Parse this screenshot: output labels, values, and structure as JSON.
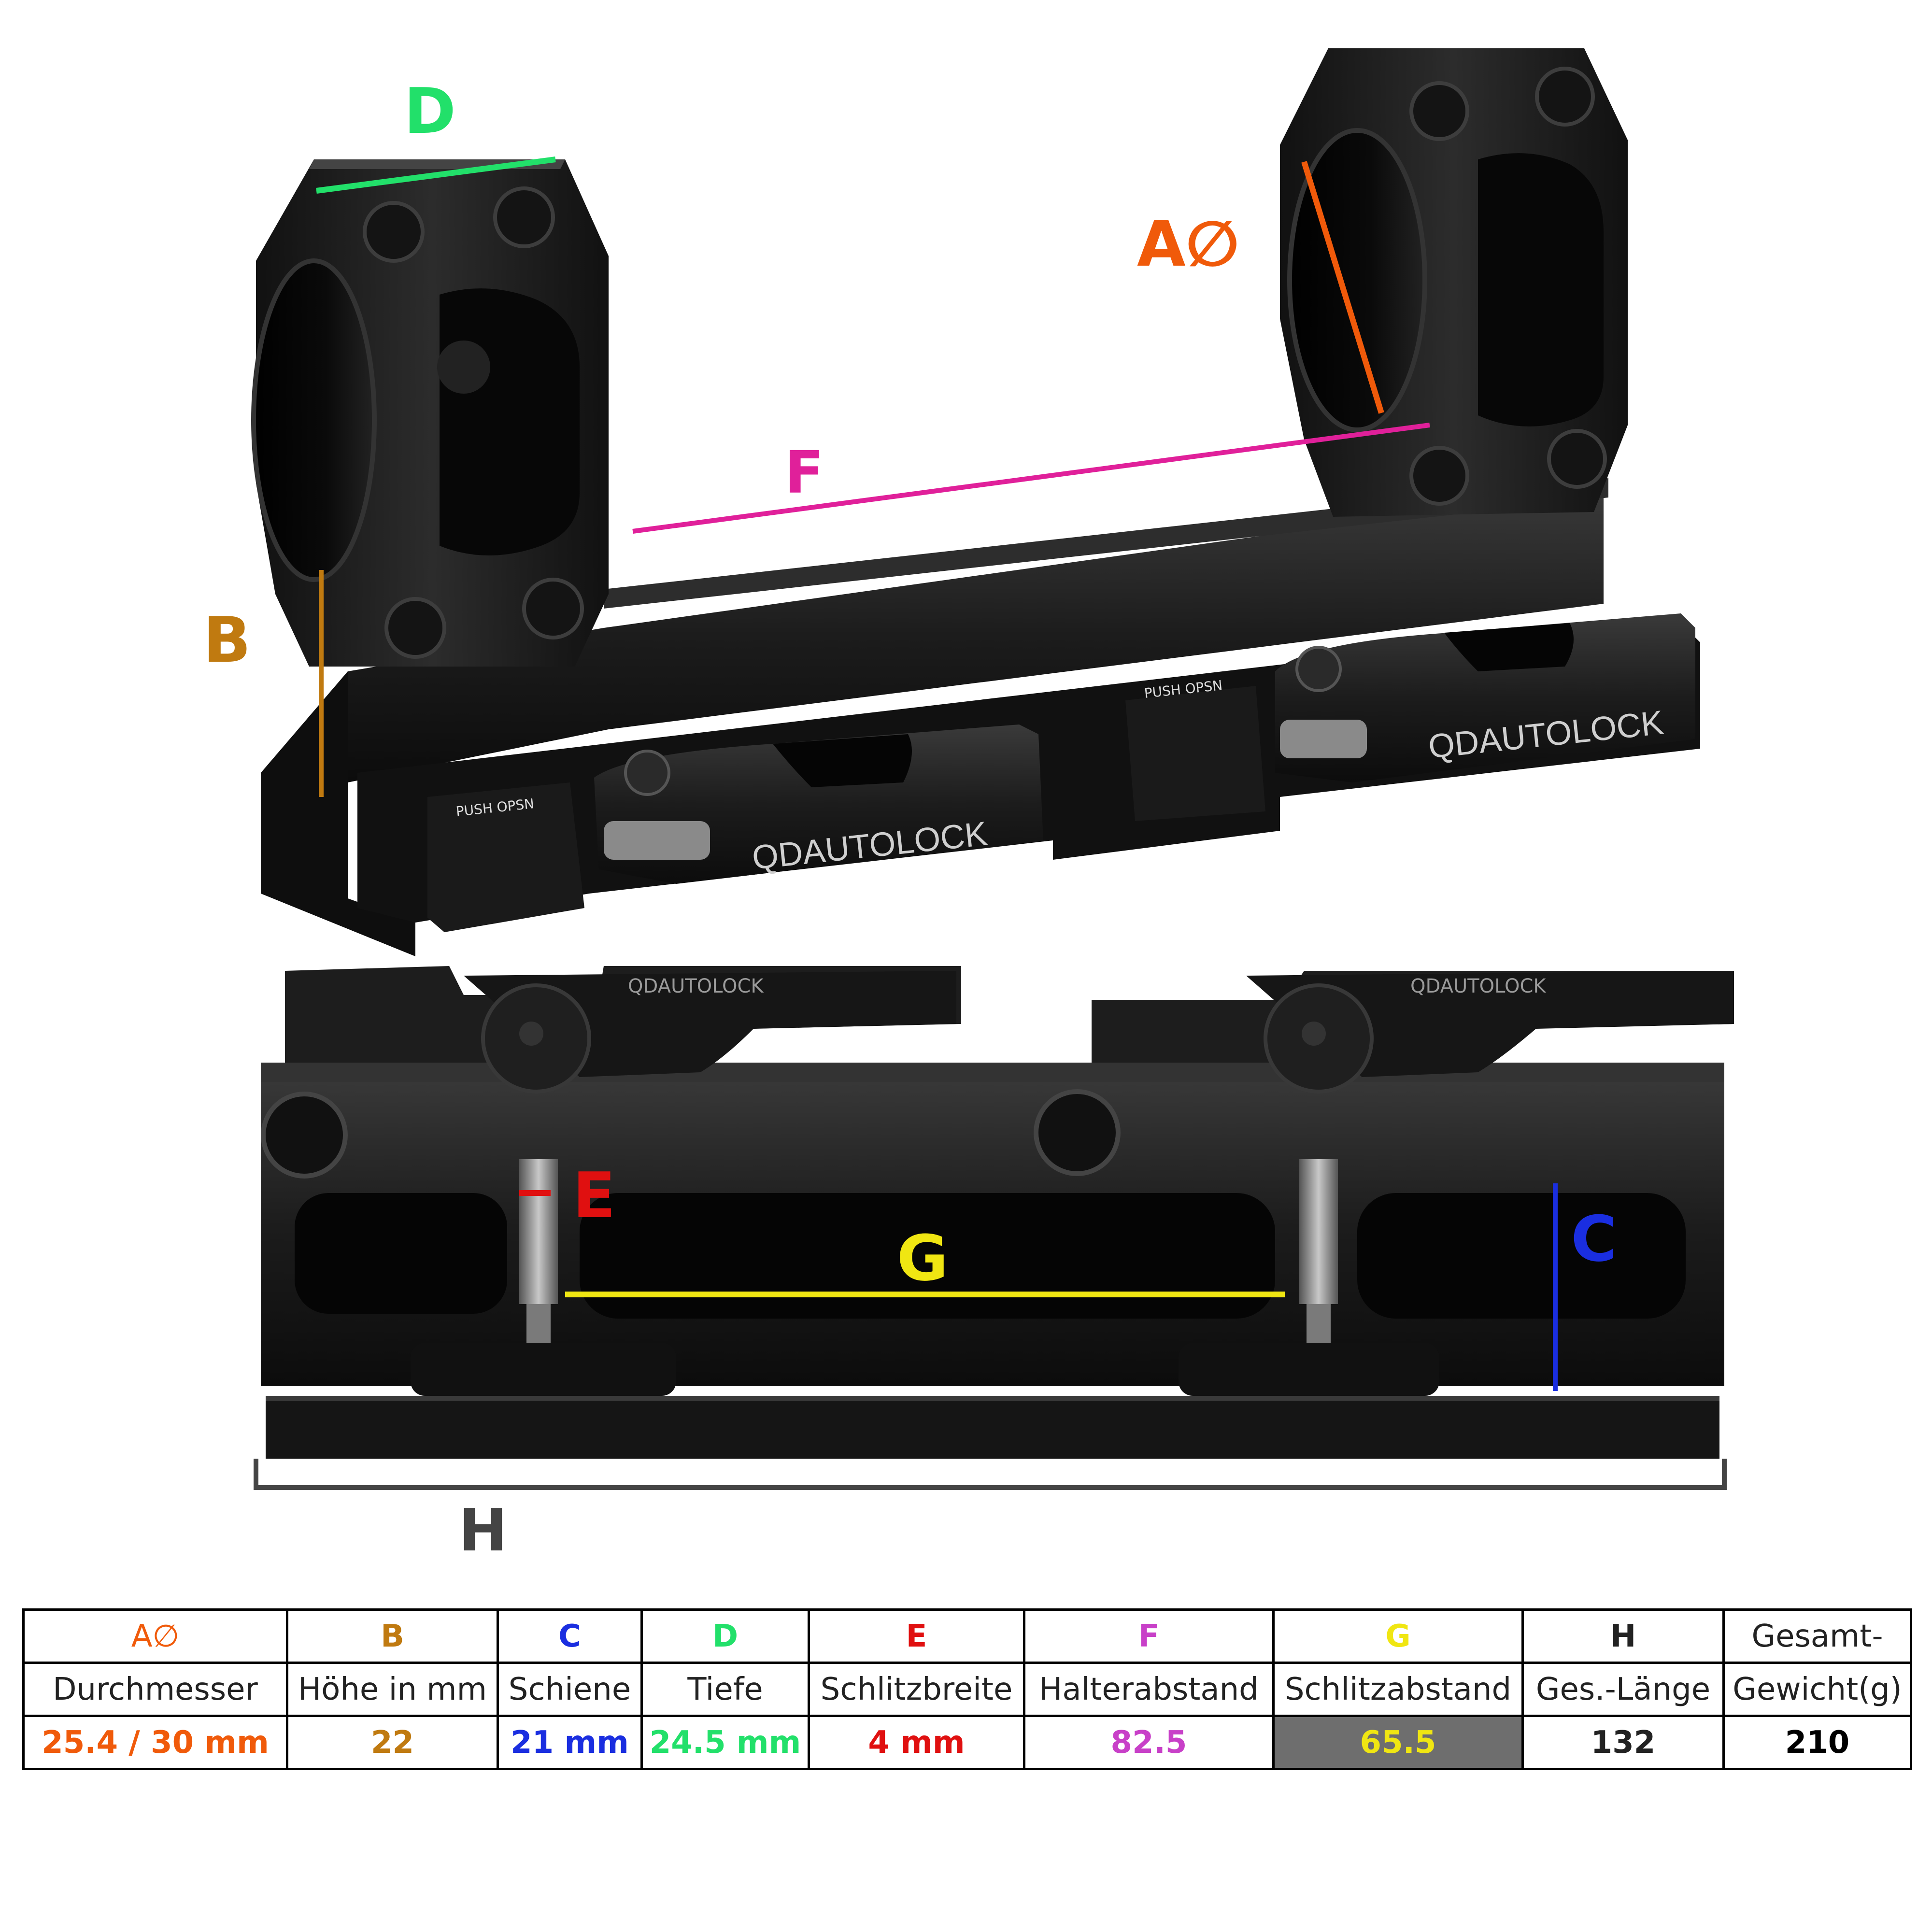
{
  "labels": {
    "A": "A∅",
    "B": "B",
    "C": "C",
    "D": "D",
    "E": "E",
    "F": "F",
    "G": "G",
    "H": "H"
  },
  "colors": {
    "A": "#f05a0a",
    "B": "#c07a10",
    "C": "#1a2ee0",
    "D": "#22e06a",
    "E": "#e01010",
    "F": "#e0209a",
    "G": "#f0e612",
    "H": "#444444",
    "F_table": "#c840c8"
  },
  "engraving": {
    "brand_top_front": "QDAUTOLOCK",
    "brand_top_rear": "QDAUTOLOCK",
    "lever_left": "PUSH OPSN",
    "lever_right": "PUSH OPSN",
    "brand_side_left": "QDAUTOLOCK",
    "brand_side_right": "QDAUTOLOCK"
  },
  "table": {
    "columns": [
      {
        "letter": "A∅",
        "name": "Durchmesser",
        "value": "25.4 / 30 mm",
        "color": "#f05a0a"
      },
      {
        "letter": "B",
        "name": "Höhe in mm",
        "value": "22",
        "color": "#c07a10"
      },
      {
        "letter": "C",
        "name": "Schiene",
        "value": "21 mm",
        "color": "#1a2ee0"
      },
      {
        "letter": "D",
        "name": "Tiefe",
        "value": "24.5 mm",
        "color": "#22e06a"
      },
      {
        "letter": "E",
        "name": "Schlitzbreite",
        "value": "4 mm",
        "color": "#e01010"
      },
      {
        "letter": "F",
        "name": "Halterabstand",
        "value": "82.5",
        "color": "#c840c8"
      },
      {
        "letter": "G",
        "name": "Schlitzabstand",
        "value": "65.5",
        "color": "#f0e612"
      },
      {
        "letter": "H",
        "name": "Ges.-Länge",
        "value": "132",
        "color": "#222222"
      },
      {
        "letter": "Gesamt-",
        "name": "Gewicht(g)",
        "value": "210",
        "color": "#222222"
      }
    ]
  }
}
